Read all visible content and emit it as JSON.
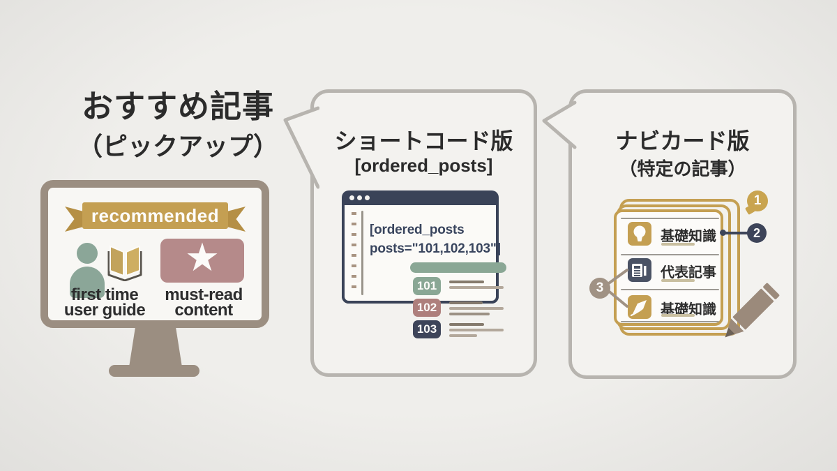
{
  "colors": {
    "background": "#ebeae7",
    "bubble_fill": "#f3f2ef",
    "bubble_border": "#b7b4af",
    "text_dark": "#2b2b2b",
    "taupe": "#9b8e81",
    "gold": "#c49f52",
    "sage_green": "#8aa795",
    "dusty_rose": "#ae7f7c",
    "navy": "#3a4358",
    "underline_gold": "#c9bfa0"
  },
  "main_title": {
    "line1": "おすすめ記事",
    "line2": "（ピックアップ）"
  },
  "monitor": {
    "ribbon_label": "recommended",
    "left_item": {
      "line1": "first time",
      "line2": "user guide"
    },
    "right_item": {
      "line1": "must-read",
      "line2": "content"
    }
  },
  "shortcode_bubble": {
    "title": "ショートコード版",
    "subtitle": "[ordered_posts]",
    "code": {
      "line1": "[ordered_posts",
      "line2": "posts=\"101,102,103\"]"
    },
    "post_list": {
      "items": [
        {
          "id": "101"
        },
        {
          "id": "102"
        },
        {
          "id": "103"
        }
      ]
    }
  },
  "navicard_bubble": {
    "title": "ナビカード版",
    "subtitle": "（特定の記事）",
    "rows": [
      {
        "label": "基礎知識"
      },
      {
        "label": "代表記事"
      },
      {
        "label": "基礎知識"
      }
    ],
    "badges": [
      {
        "value": "1"
      },
      {
        "value": "2"
      },
      {
        "value": "3"
      }
    ]
  }
}
